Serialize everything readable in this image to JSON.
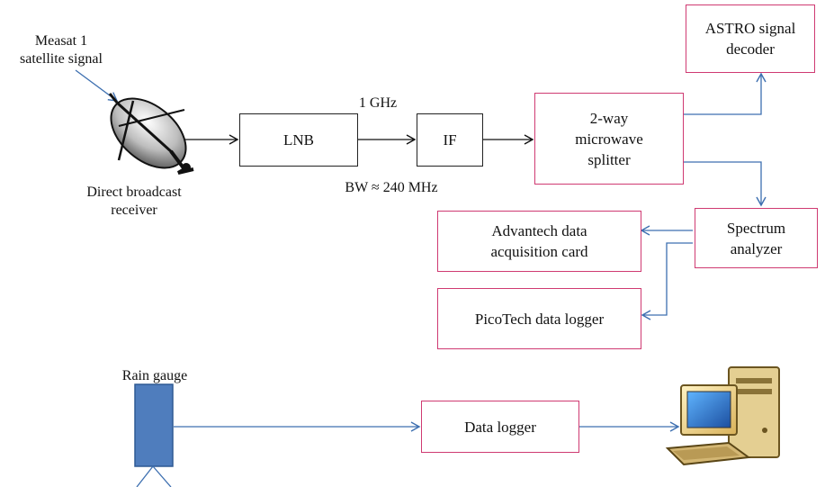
{
  "labels": {
    "measat": "Measat 1\nsatellite signal",
    "receiver": "Direct broadcast\nreceiver",
    "freq": "1 GHz",
    "bandwidth": "BW ≈ 240 MHz",
    "rain_gauge": "Rain gauge"
  },
  "boxes": {
    "lnb": "LNB",
    "if": "IF",
    "splitter": "2-way\nmicrowave\nsplitter",
    "astro": "ASTRO signal\ndecoder",
    "spectrum": "Spectrum\nanalyzer",
    "advantech": "Advantech data\nacquisition card",
    "picotech": "PicoTech data logger",
    "data_logger": "Data logger"
  },
  "icons": [
    "satellite-dish-icon",
    "computer-icon"
  ],
  "colors": {
    "accent_box_border": "#cf3a72",
    "connector_blue": "#3d6fb0",
    "rain_gauge_fill": "#4f7dbd"
  }
}
